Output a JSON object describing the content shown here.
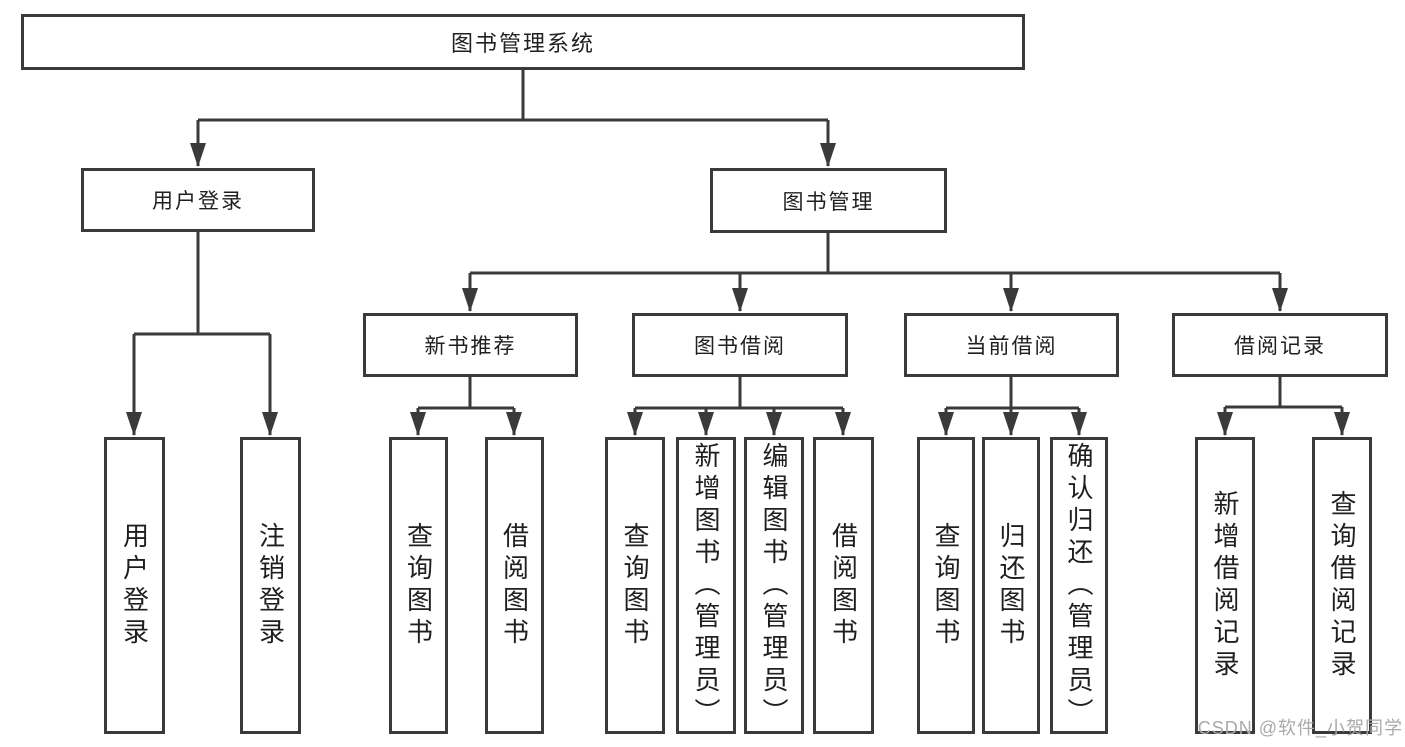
{
  "tree": {
    "root": {
      "label": "图书管理系统",
      "children": [
        {
          "label": "用户登录",
          "children": [
            {
              "label": "用户登录"
            },
            {
              "label": "注销登录"
            }
          ]
        },
        {
          "label": "图书管理",
          "children": [
            {
              "label": "新书推荐",
              "children": [
                {
                  "label": "查询图书"
                },
                {
                  "label": "借阅图书"
                }
              ]
            },
            {
              "label": "图书借阅",
              "children": [
                {
                  "label": "查询图书"
                },
                {
                  "label": "新增图书（管理员）"
                },
                {
                  "label": "编辑图书（管理员）"
                },
                {
                  "label": "借阅图书"
                }
              ]
            },
            {
              "label": "当前借阅",
              "children": [
                {
                  "label": "查询图书"
                },
                {
                  "label": "归还图书"
                },
                {
                  "label": "确认归还（管理员）"
                }
              ]
            },
            {
              "label": "借阅记录",
              "children": [
                {
                  "label": "新增借阅记录"
                },
                {
                  "label": "查询借阅记录"
                }
              ]
            }
          ]
        }
      ]
    }
  },
  "watermark": {
    "text": "CSDN @软件_小贺同学"
  },
  "colors": {
    "line": "#3a3a3a",
    "text": "#1f1f1f",
    "watermark": "#a9a9a9",
    "background": "#ffffff"
  }
}
